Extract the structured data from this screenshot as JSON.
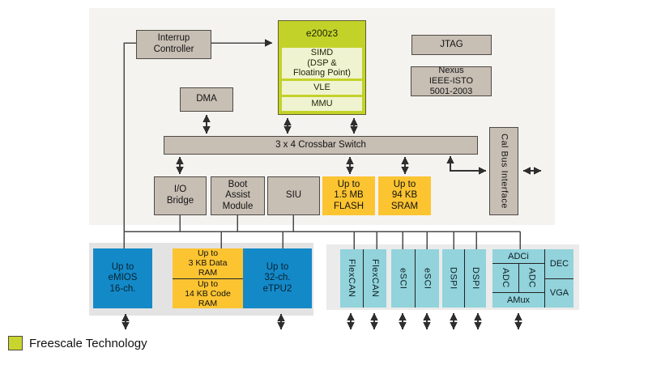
{
  "blocks": {
    "interrupt_controller": {
      "label": "Interrup\nController"
    },
    "e200z3": {
      "title": "e200z3",
      "simd": "SIMD\n(DSP &\nFloating Point)",
      "vle": "VLE",
      "mmu": "MMU"
    },
    "jtag": {
      "label": "JTAG"
    },
    "nexus": {
      "label": "Nexus\nIEEE-ISTO\n5001-2003"
    },
    "dma": {
      "label": "DMA"
    },
    "crossbar": {
      "label": "3 x 4 Crossbar Switch"
    },
    "cal_bus_interface": {
      "label": "Cal Bus Interface"
    },
    "io_bridge": {
      "label": "I/O\nBridge"
    },
    "boot_assist_module": {
      "label": "Boot\nAssist\nModule"
    },
    "siu": {
      "label": "SIU"
    },
    "flash": {
      "label": "Up to\n1.5 MB\nFLASH"
    },
    "sram": {
      "label": "Up to\n94 KB\nSRAM"
    },
    "emios": {
      "label": "Up to\neMIOS\n16-ch."
    },
    "data_ram": {
      "label": "Up to\n3 KB Data\nRAM"
    },
    "code_ram": {
      "label": "Up to\n14 KB Code\nRAM"
    },
    "etpu2": {
      "label": "Up to\n32-ch.\neTPU2"
    },
    "flexcan1": {
      "label": "FlexCAN"
    },
    "flexcan2": {
      "label": "FlexCAN"
    },
    "esci1": {
      "label": "eSCI"
    },
    "esci2": {
      "label": "eSCI"
    },
    "dspi1": {
      "label": "DSPI"
    },
    "dspi2": {
      "label": "DSPI"
    },
    "adci": {
      "label": "ADCi"
    },
    "adc1": {
      "label": "ADC"
    },
    "adc2": {
      "label": "ADC"
    },
    "amux": {
      "label": "AMux"
    },
    "dec": {
      "label": "DEC"
    },
    "vga": {
      "label": "VGA"
    }
  },
  "legend": {
    "label": "Freescale Technology",
    "swatch_color": "#c8d52f"
  },
  "colors": {
    "freescale_green": "#c3d228",
    "pale_green": "#f0f3cf",
    "gray_block": "#c7beb4",
    "yellow_block": "#fcc431",
    "blue_block": "#1489c8",
    "cyan_block": "#92d3dc",
    "panel_bg": "#f4f3f0",
    "tray_bg": "#e3e3e3",
    "line": "#4a4a4a"
  }
}
